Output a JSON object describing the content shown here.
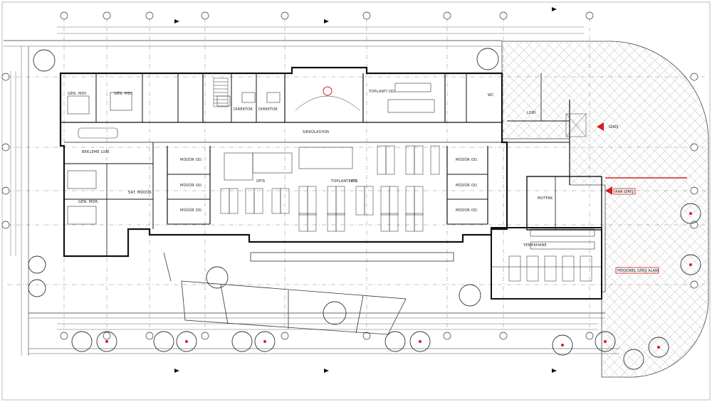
{
  "labels": {
    "gen_mdy": "GEN. MDY.",
    "gen_mdy_2": "GEN. MDY.",
    "direktor": "DIREKTOR",
    "direktor_2": "DIREKTOR",
    "toplanti_1": "TOPLANTI OD.",
    "toplanti_2": "TOPLANTI OD.",
    "sirkulasyon": "SIRKÜLASYON",
    "ofis": "OFİS",
    "ofis_2": "OFİS",
    "bekleme_lobi": "BEKLEME LOBİ",
    "satis_mudur": "SAT. MÜDÜR",
    "mudur_1": "MÜDÜR OD.",
    "mudur_2": "MÜDÜR OD.",
    "mudur_3": "MÜDÜR OD.",
    "mudur_4": "MÜDÜR OD.",
    "mudur_5": "MÜDÜR OD.",
    "mudur_6": "MÜDÜR OD.",
    "gen_mdr": "GEN. MDR.",
    "lobi": "LOBİ",
    "mutfak": "MUTFAK",
    "yemekhane": "YEMEKHANE",
    "wc": "WC",
    "giris": "GİRİŞ",
    "ana_giris": "ANA GİRİŞ",
    "personel_giris": "PERSONEL GİRİŞ ALANI"
  },
  "colors": {
    "line": "#222222",
    "hatch": "#8a8a8a",
    "accent_red": "#d42020",
    "tree": "#3a3a3a"
  }
}
